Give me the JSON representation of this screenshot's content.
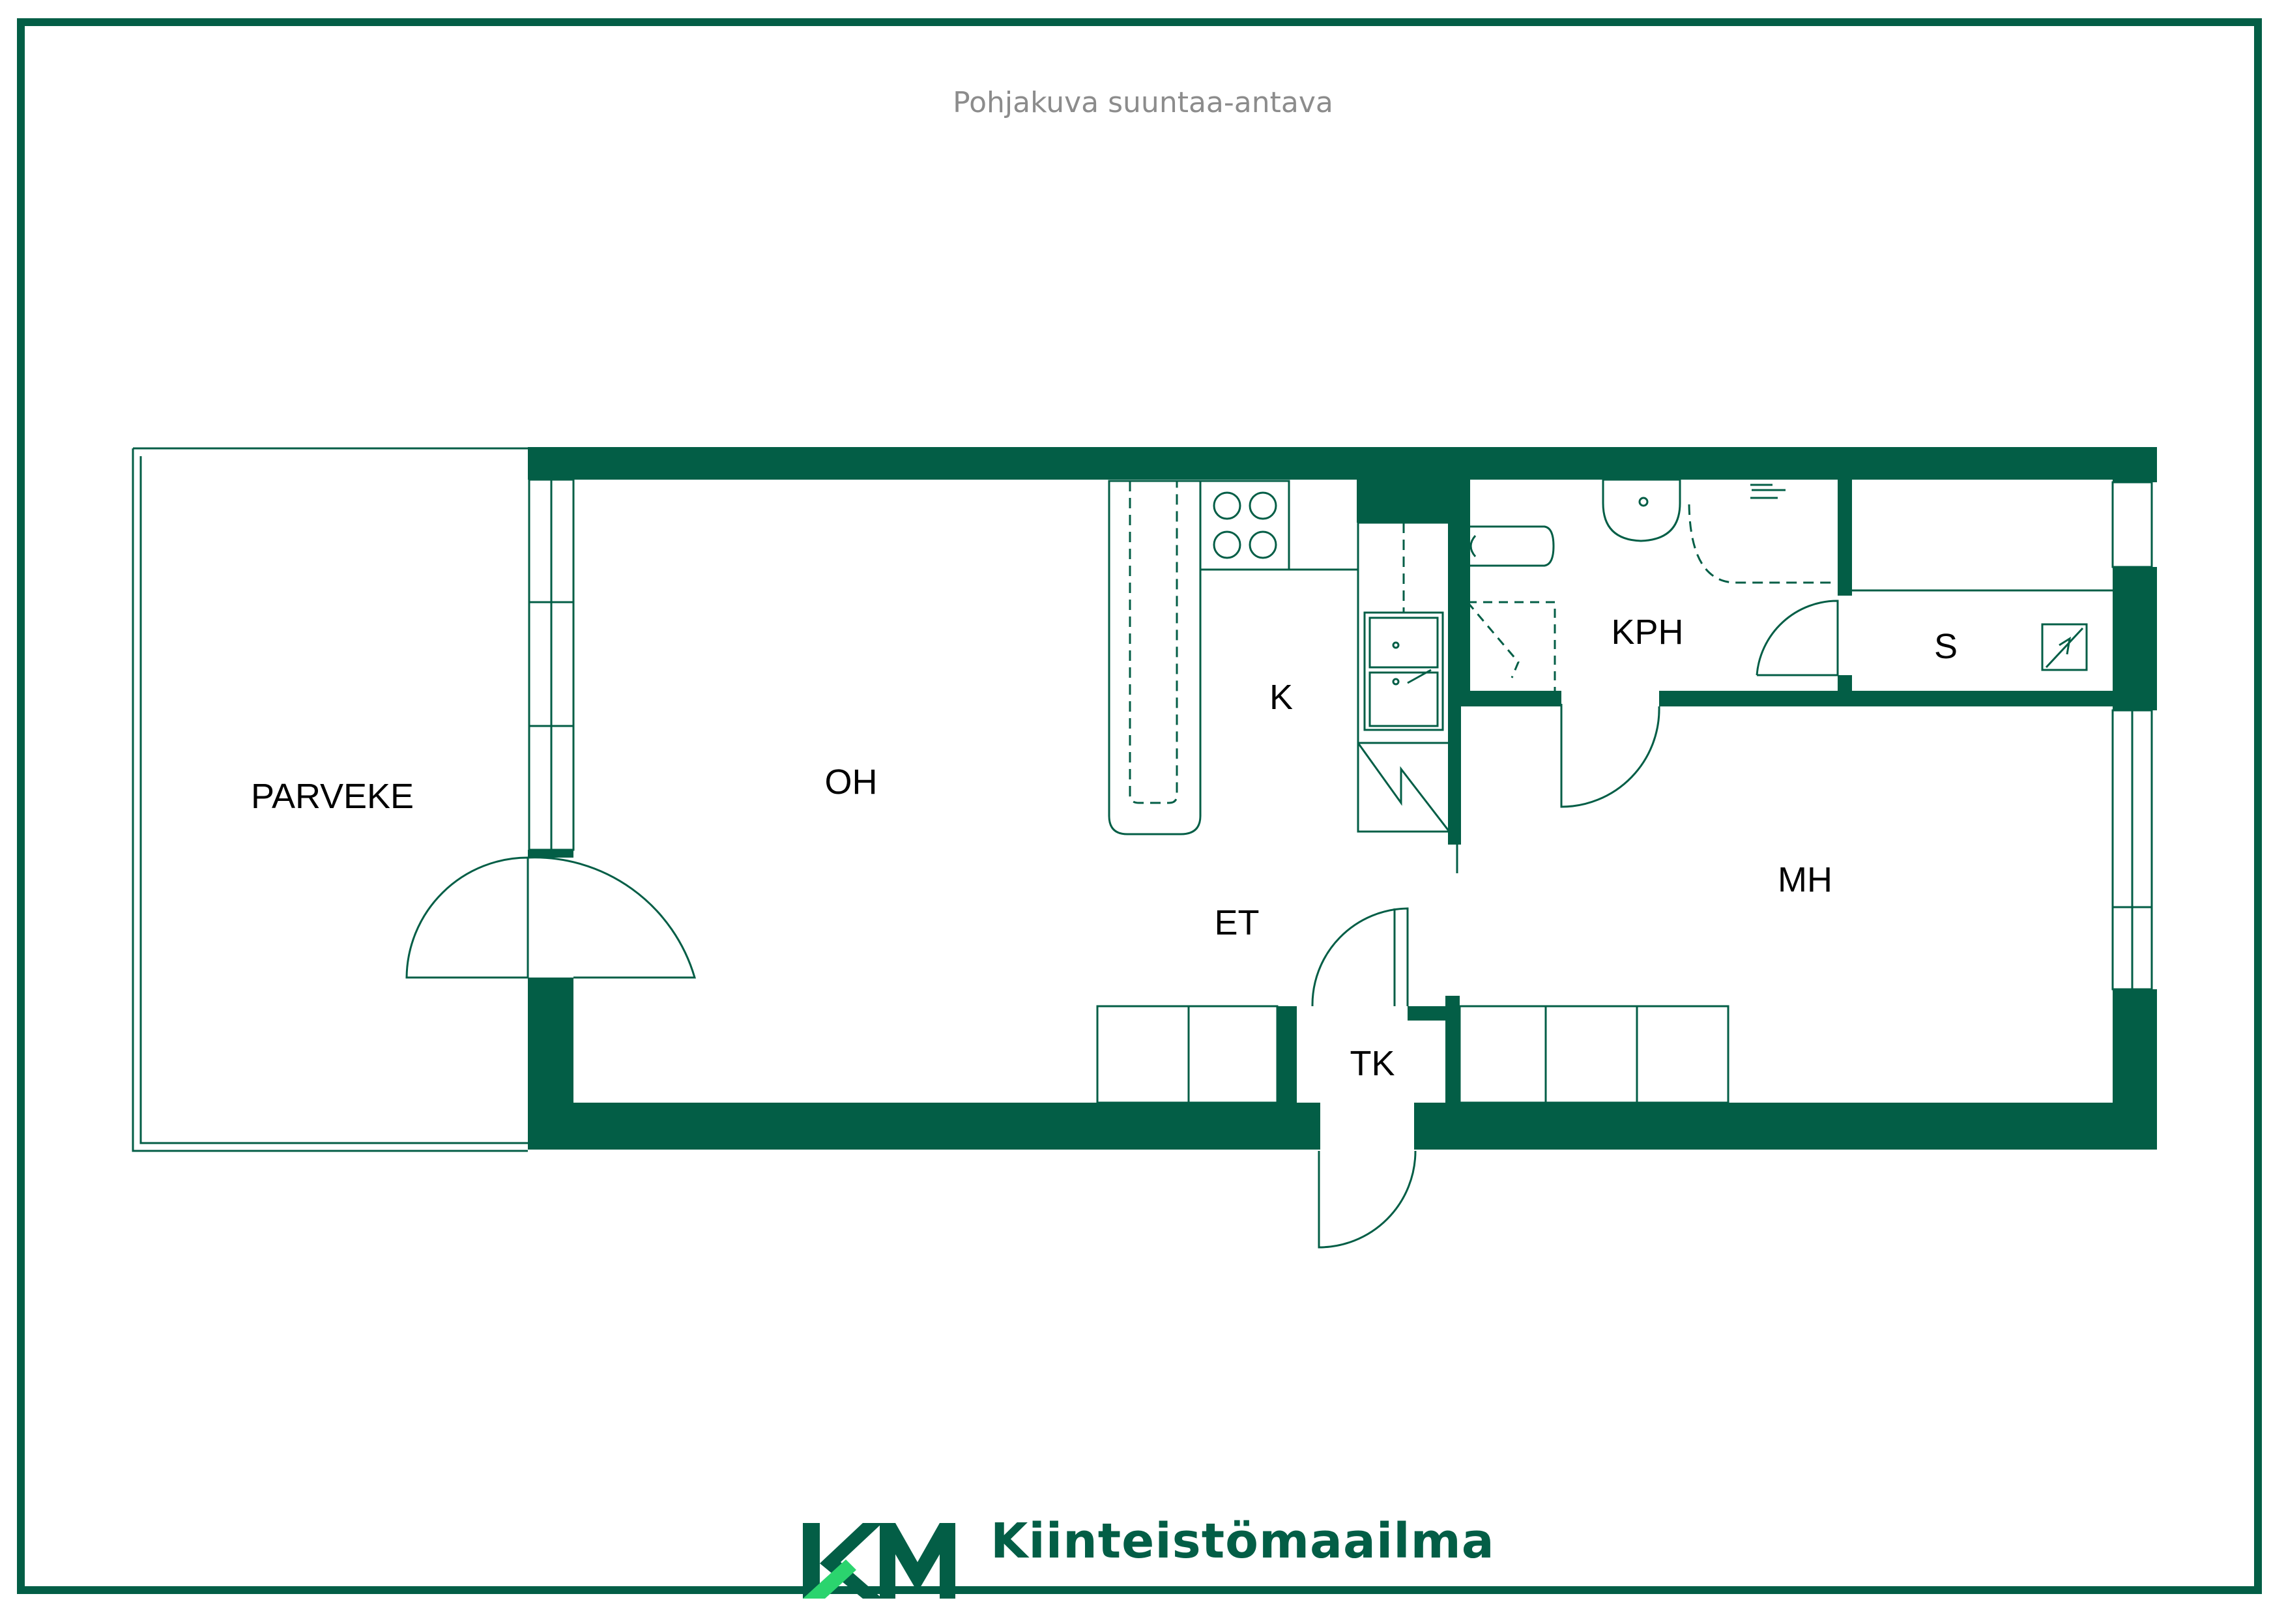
{
  "header": {
    "subtitle": "Pohjakuva suuntaa-antava"
  },
  "rooms": [
    {
      "id": "parveke",
      "label": "PARVEKE"
    },
    {
      "id": "oh",
      "label": "OH"
    },
    {
      "id": "k",
      "label": "K"
    },
    {
      "id": "kph",
      "label": "KPH"
    },
    {
      "id": "s",
      "label": "S"
    },
    {
      "id": "et",
      "label": "ET"
    },
    {
      "id": "mh",
      "label": "MH"
    },
    {
      "id": "tk",
      "label": "TK"
    }
  ],
  "brand": {
    "logo_text": "KM",
    "name": "Kiinteistömaailma"
  },
  "colors": {
    "wall": "#035e46",
    "frame": "#035e46",
    "logo_light": "#2bd46e",
    "subtitle": "#8c8c8c"
  }
}
